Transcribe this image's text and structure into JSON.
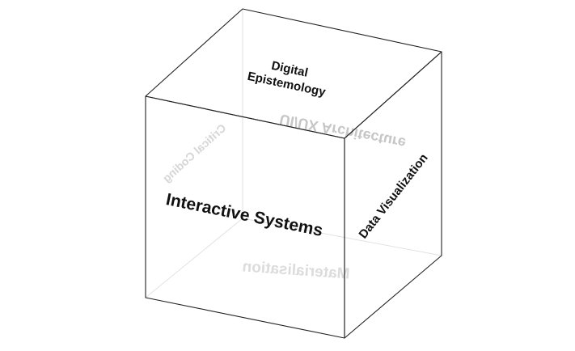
{
  "cube": {
    "front_label": "Interactive Systems",
    "top_label_line1": "Digital",
    "top_label_line2": "Epistemology",
    "right_label": "Data Visualization",
    "back_label": "UI/UX Architecture",
    "left_label": "Critical Coding",
    "bottom_label": "Materialisation",
    "front_color": "#111111",
    "hidden_color": "#c4c4c4",
    "edge_color": "#222222",
    "hidden_edge_color": "#dddddd"
  }
}
